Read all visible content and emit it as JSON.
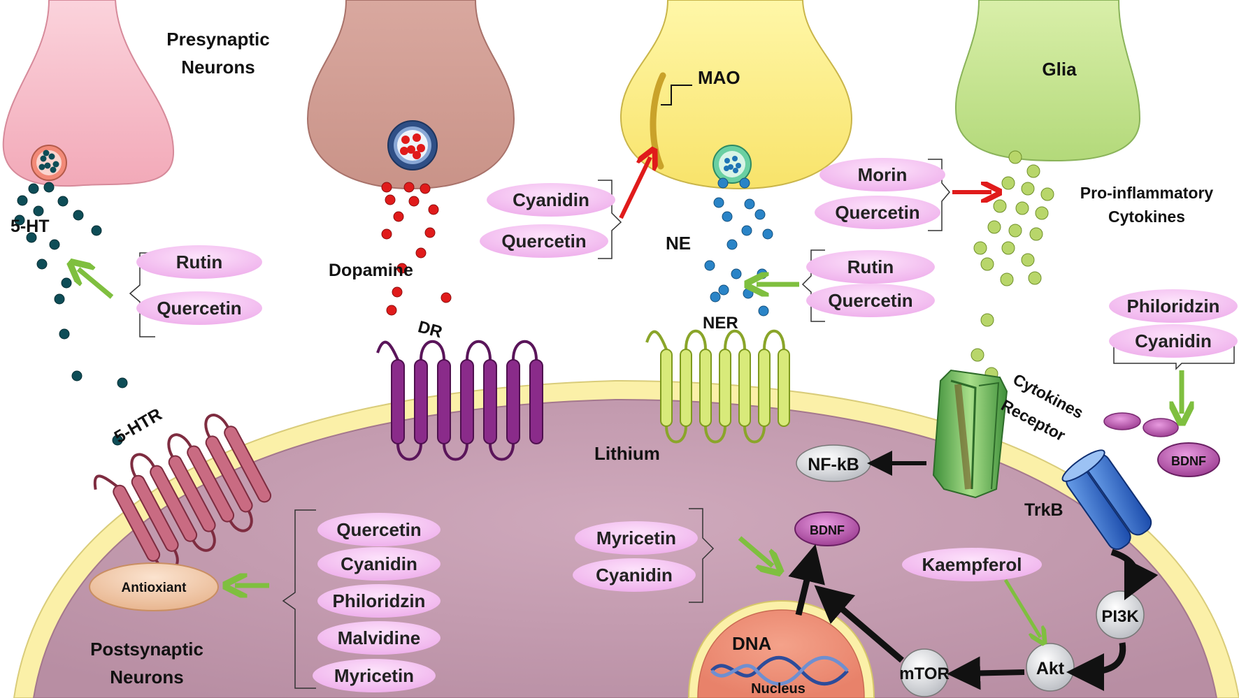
{
  "labels": {
    "presynaptic_line1": "Presynaptic",
    "presynaptic_line2": "Neurons",
    "postsynaptic_line1": "Postsynaptic",
    "postsynaptic_line2": "Neurons",
    "serotonin": "5-HT",
    "serotonin_receptor": "5-HTR",
    "dopamine": "Dopamine",
    "dopamine_receptor": "DR",
    "mao": "MAO",
    "norepinephrine": "NE",
    "norepinephrine_receptor": "NER",
    "glia": "Glia",
    "cytokines_line1": "Pro-inflammatory",
    "cytokines_line2": "Cytokines",
    "cytokines_receptor_line1": "Cytokines",
    "cytokines_receptor_line2": "Receptor",
    "lithium": "Lithium",
    "nfkb": "NF-kB",
    "trkb": "TrkB",
    "bdnf_outer": "BDNF",
    "bdnf_inner": "BDNF",
    "pi3k": "PI3K",
    "akt": "Akt",
    "mtor": "mTOR",
    "dna": "DNA",
    "nucleus": "Nucleus",
    "antioxidant": "Antioxiant"
  },
  "compounds": {
    "serotonin_group": [
      "Rutin",
      "Quercetin"
    ],
    "mao_group": [
      "Cyanidin",
      "Quercetin"
    ],
    "ne_group": [
      "Rutin",
      "Quercetin"
    ],
    "glia_group": [
      "Morin",
      "Quercetin"
    ],
    "bdnf_outer_group": [
      "Philoridzin",
      "Cyanidin"
    ],
    "antioxidant_group": [
      "Quercetin",
      "Cyanidin",
      "Philoridzin",
      "Malvidine",
      "Myricetin"
    ],
    "bdnf_inner_group": [
      "Myricetin",
      "Cyanidin"
    ],
    "akt_activator": "Kaempferol"
  },
  "colors": {
    "cell_body": "#c9a3b6",
    "membrane": "#fbf0a8",
    "pill": "#f6c6f3",
    "inhibit_arrow": "#e01b1b",
    "promote_arrow": "#7fbf3f"
  }
}
